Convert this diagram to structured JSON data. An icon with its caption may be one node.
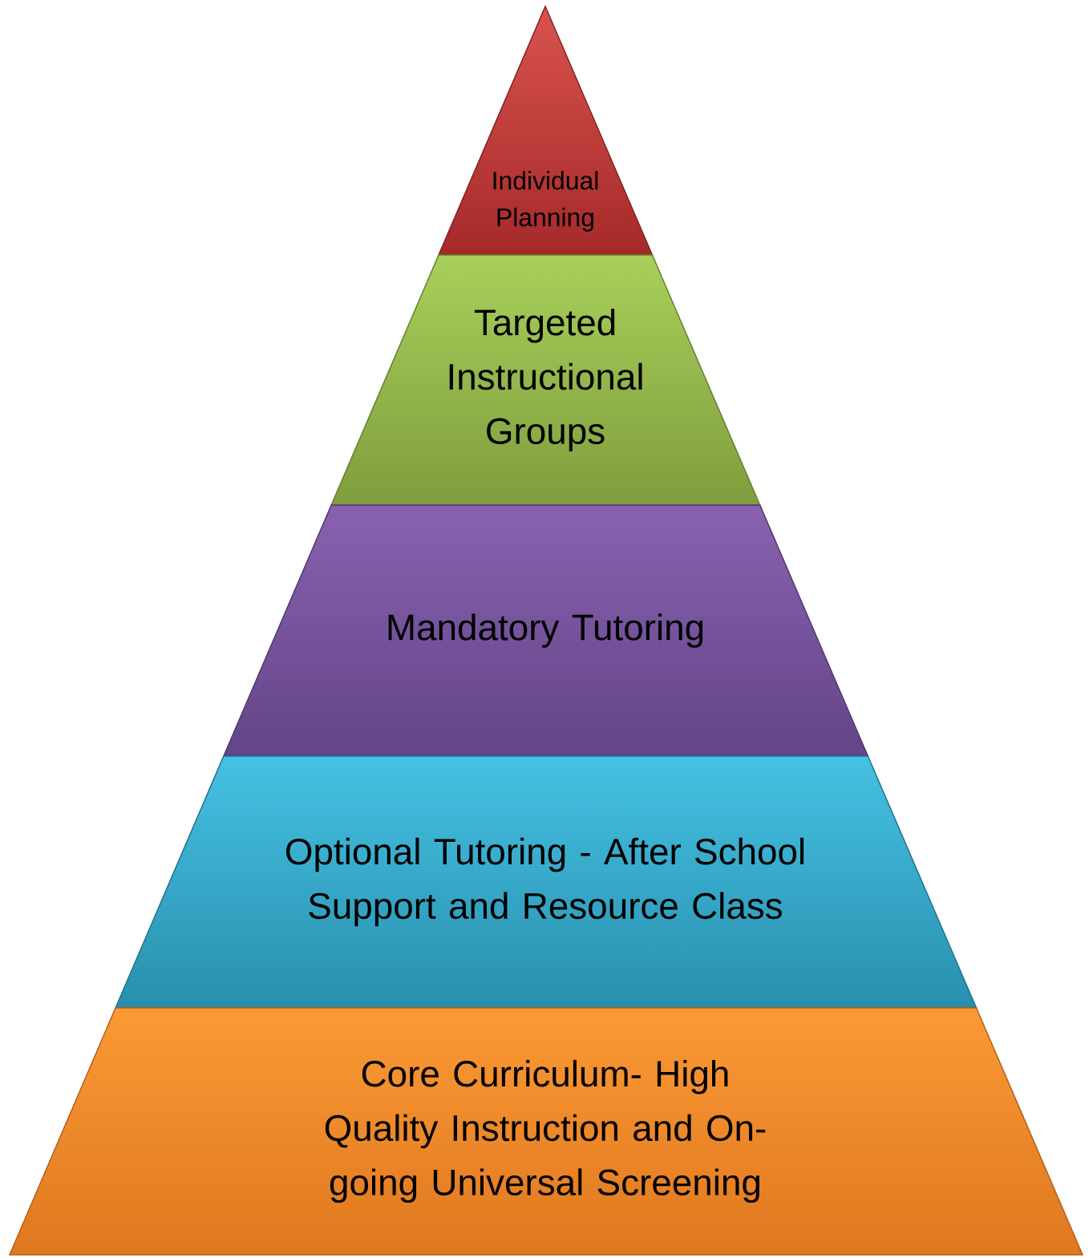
{
  "diagram": {
    "nodes": [
      {
        "text": [
          "Individual Planning"
        ]
      },
      {
        "text": [
          "Targeted Instructional Groups"
        ]
      },
      {
        "text": [
          "Mandatory Tutoring"
        ]
      },
      {
        "text": [
          "Optional Tutoring - After School Support and Resource Class"
        ]
      },
      {
        "text": [
          "Core Curriculum- High Quality Instruction and On-going Universal Screening"
        ]
      }
    ]
  }
}
